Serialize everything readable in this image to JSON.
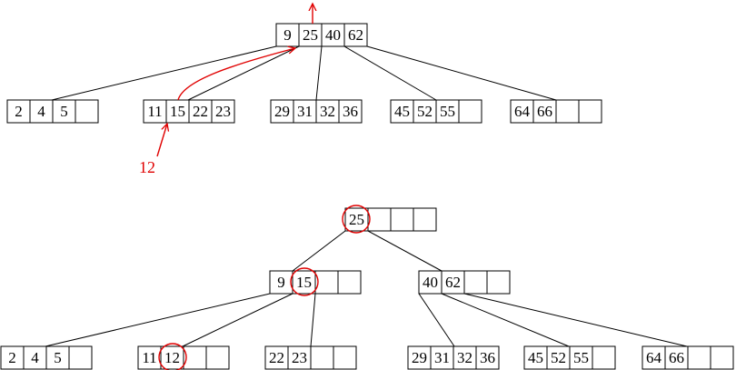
{
  "colors": {
    "ink": "#000000",
    "highlight": "#e00000",
    "background": "#ffffff"
  },
  "top_tree": {
    "root": [
      "9",
      "25",
      "40",
      "62"
    ],
    "leaves": [
      [
        "2",
        "4",
        "5",
        ""
      ],
      [
        "11",
        "15",
        "22",
        "23"
      ],
      [
        "29",
        "31",
        "32",
        "36"
      ],
      [
        "45",
        "52",
        "55",
        ""
      ],
      [
        "64",
        "66",
        "",
        ""
      ]
    ],
    "insert_label": "12"
  },
  "bottom_tree": {
    "root": [
      "25",
      "",
      "",
      ""
    ],
    "level2": [
      [
        "9",
        "15",
        "",
        ""
      ],
      [
        "40",
        "62",
        "",
        ""
      ]
    ],
    "leaves": [
      [
        "2",
        "4",
        "5",
        ""
      ],
      [
        "11",
        "12",
        "",
        ""
      ],
      [
        "22",
        "23",
        "",
        ""
      ],
      [
        "29",
        "31",
        "32",
        "36"
      ],
      [
        "45",
        "52",
        "55",
        ""
      ],
      [
        "64",
        "66",
        "",
        ""
      ]
    ],
    "highlighted_keys": [
      "25",
      "15",
      "12"
    ]
  }
}
